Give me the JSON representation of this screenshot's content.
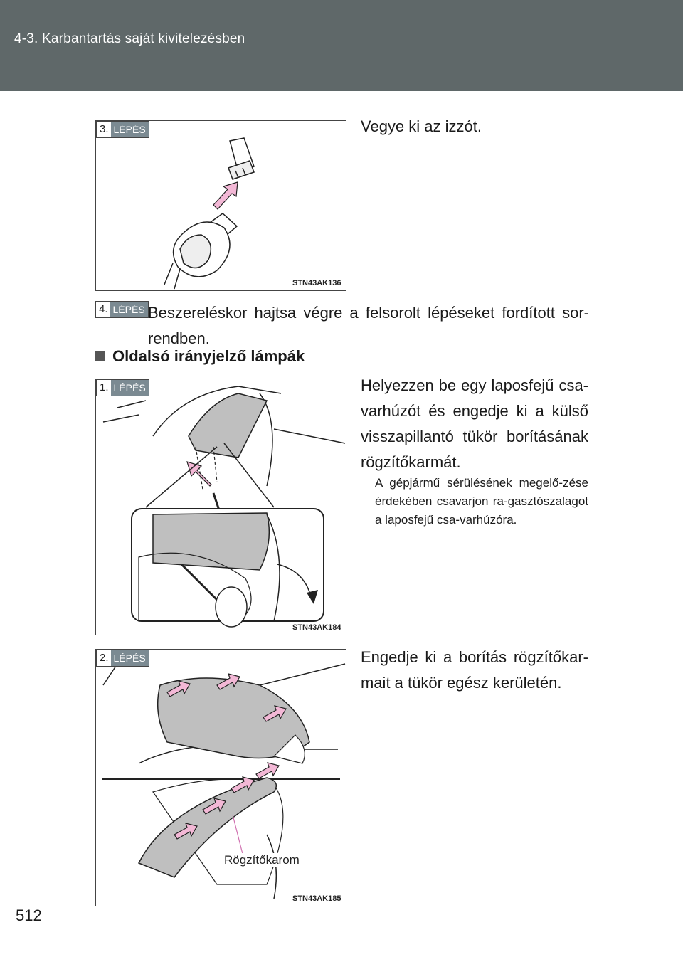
{
  "header": {
    "section_title": "4-3. Karbantartás saját kivitelezésben"
  },
  "page_number": "512",
  "step_word": "LÉPÉS",
  "steps": {
    "s3": {
      "number": "3.",
      "text": "Vegye ki az izzót.",
      "figure_code": "STN43AK136"
    },
    "s4": {
      "number": "4.",
      "text": "Beszereléskor hajtsa végre a felsorolt lépéseket fordított sor-rendben."
    },
    "s1": {
      "number": "1.",
      "text": "Helyezzen be egy laposfejű csa-varhúzót és engedje ki a külső visszapillantó tükör borításának rögzítőkarmát.",
      "note": "A gépjármű sérülésének megelő-zése érdekében csavarjon ra-gasztószalagot a laposfejű csa-varhúzóra.",
      "figure_code": "STN43AK184"
    },
    "s2": {
      "number": "2.",
      "text": "Engedje ki a borítás rögzítőkar-mait a tükör egész kerületén.",
      "figure_code": "STN43AK185",
      "callout": "Rögzítőkarom"
    }
  },
  "section_heading": "Oldalsó irányjelző lámpák",
  "colors": {
    "header_bg": "#5f6869",
    "arrow_fill": "#f3b8d6",
    "badge_bg": "#7b8a92",
    "cover_gray": "#bfbfbf"
  }
}
